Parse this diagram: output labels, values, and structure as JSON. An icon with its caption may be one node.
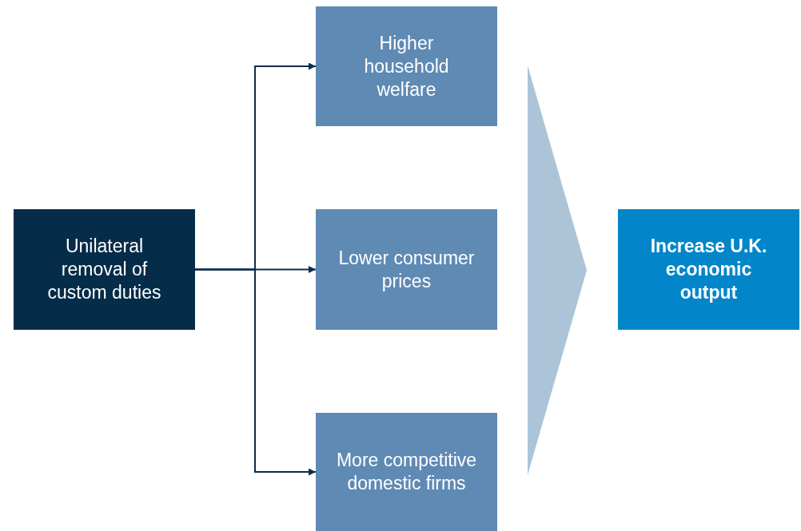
{
  "diagram": {
    "nodes": [
      {
        "text": [
          "Unilateral removal of custom duties"
        ]
      },
      {
        "text": [
          "Higher household welfare"
        ]
      },
      {
        "text": [
          "Lower consumer prices"
        ]
      },
      {
        "text": [
          "More competitive domestic firms"
        ]
      },
      {
        "text": [],
        "shape": "chevron"
      },
      {
        "text": [
          "Increase U.K. economic output"
        ]
      }
    ],
    "edges": [
      {
        "from": 0,
        "to": 1,
        "arrow": "to"
      },
      {
        "from": 0,
        "to": 2,
        "arrow": "to"
      },
      {
        "from": 0,
        "to": 3,
        "arrow": "to"
      }
    ]
  }
}
